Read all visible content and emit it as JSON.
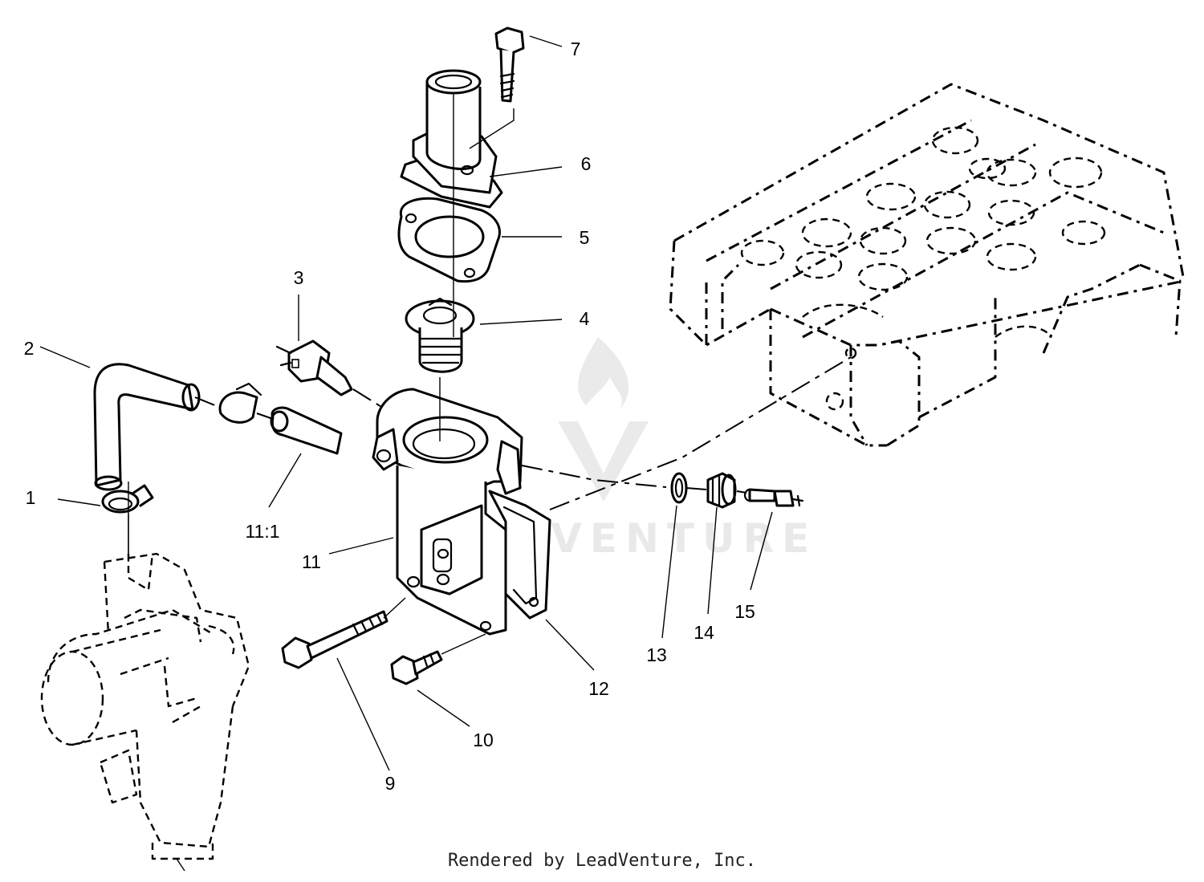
{
  "callouts": {
    "c1": "1",
    "c2": "2",
    "c3": "3",
    "c4": "4",
    "c5": "5",
    "c6": "6",
    "c7": "7",
    "c9": "9",
    "c10": "10",
    "c11": "11",
    "c11_1": "11:1",
    "c12": "12",
    "c13": "13",
    "c14": "14",
    "c15": "15"
  },
  "watermark": {
    "text": "LEADVENTURE"
  },
  "footer": {
    "text": "Rendered by LeadVenture, Inc."
  }
}
